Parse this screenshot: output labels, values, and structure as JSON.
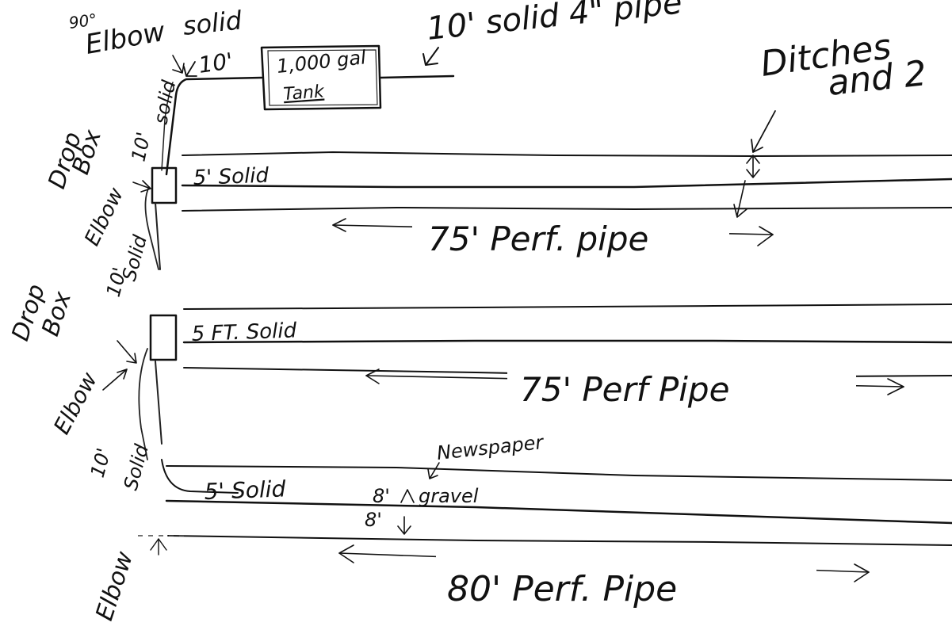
{
  "labels": {
    "elbow_90_deg": "90°",
    "elbow_90_word": "Elbow",
    "elbow_90_solid": "solid",
    "elbow_90_10": "10'",
    "tank_1000": "1,000 gal",
    "tank_word": "Tank",
    "pipe_in": "10' solid 4\" pipe",
    "ditches_1": "Ditches",
    "ditches_2": "and 2",
    "riser_top_10": "10'",
    "riser_top_solid": "solid",
    "drop_box_1_a": "Drop",
    "drop_box_1_b": "Box",
    "elbow_1": "Elbow",
    "solid_5_a": "5' Solid",
    "perf_75_a": "75' Perf. pipe",
    "riser_mid_10": "10'",
    "riser_mid_solid": "Solid",
    "drop_box_2_a": "Drop",
    "drop_box_2_b": "Box",
    "elbow_2": "Elbow",
    "solid_5_b": "5 FT. Solid",
    "perf_75_b": "75' Perf Pipe",
    "newspaper": "Newspaper",
    "riser_low_10": "10'",
    "riser_low_solid": "Solid",
    "solid_5_c": "5' Solid",
    "gravel_8": "8'",
    "gravel_word": "gravel",
    "depth_8": "8'",
    "elbow_3": "Elbow",
    "perf_80": "80' Perf. Pipe"
  },
  "colors": {
    "ink": "#111111",
    "paper": "#ffffff"
  }
}
